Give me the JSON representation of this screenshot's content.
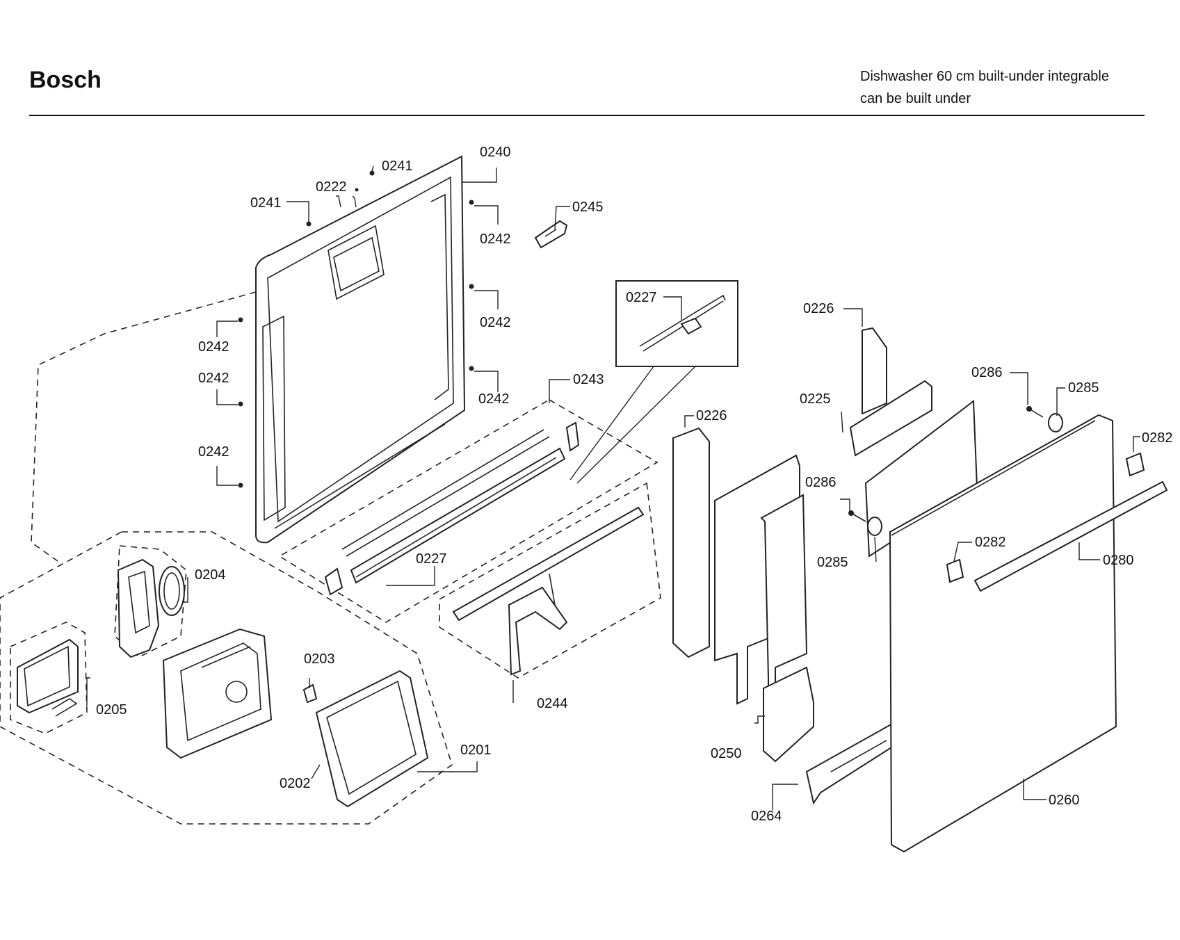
{
  "header": {
    "brand": "Bosch",
    "description_line1": "Dishwasher 60 cm built-under integrable",
    "description_line2": "can be built under"
  },
  "parts": [
    {
      "key": "p0240",
      "label": "0240"
    },
    {
      "key": "p0241a",
      "label": "0241"
    },
    {
      "key": "p0241b",
      "label": "0241"
    },
    {
      "key": "p0222",
      "label": "0222"
    },
    {
      "key": "p0245",
      "label": "0245"
    },
    {
      "key": "p0242a",
      "label": "0242"
    },
    {
      "key": "p0242b",
      "label": "0242"
    },
    {
      "key": "p0242c",
      "label": "0242"
    },
    {
      "key": "p0242d",
      "label": "0242"
    },
    {
      "key": "p0242e",
      "label": "0242"
    },
    {
      "key": "p0242f",
      "label": "0242"
    },
    {
      "key": "p0227a",
      "label": "0227"
    },
    {
      "key": "p0227b",
      "label": "0227"
    },
    {
      "key": "p0243",
      "label": "0243"
    },
    {
      "key": "p0244",
      "label": "0244"
    },
    {
      "key": "p0204",
      "label": "0204"
    },
    {
      "key": "p0205",
      "label": "0205"
    },
    {
      "key": "p0203",
      "label": "0203"
    },
    {
      "key": "p0201",
      "label": "0201"
    },
    {
      "key": "p0202",
      "label": "0202"
    },
    {
      "key": "p0226a",
      "label": "0226"
    },
    {
      "key": "p0226b",
      "label": "0226"
    },
    {
      "key": "p0225",
      "label": "0225"
    },
    {
      "key": "p0286a",
      "label": "0286"
    },
    {
      "key": "p0286b",
      "label": "0286"
    },
    {
      "key": "p0285a",
      "label": "0285"
    },
    {
      "key": "p0285b",
      "label": "0285"
    },
    {
      "key": "p0282a",
      "label": "0282"
    },
    {
      "key": "p0282b",
      "label": "0282"
    },
    {
      "key": "p0280",
      "label": "0280"
    },
    {
      "key": "p0250",
      "label": "0250"
    },
    {
      "key": "p0264",
      "label": "0264"
    },
    {
      "key": "p0260",
      "label": "0260"
    }
  ]
}
